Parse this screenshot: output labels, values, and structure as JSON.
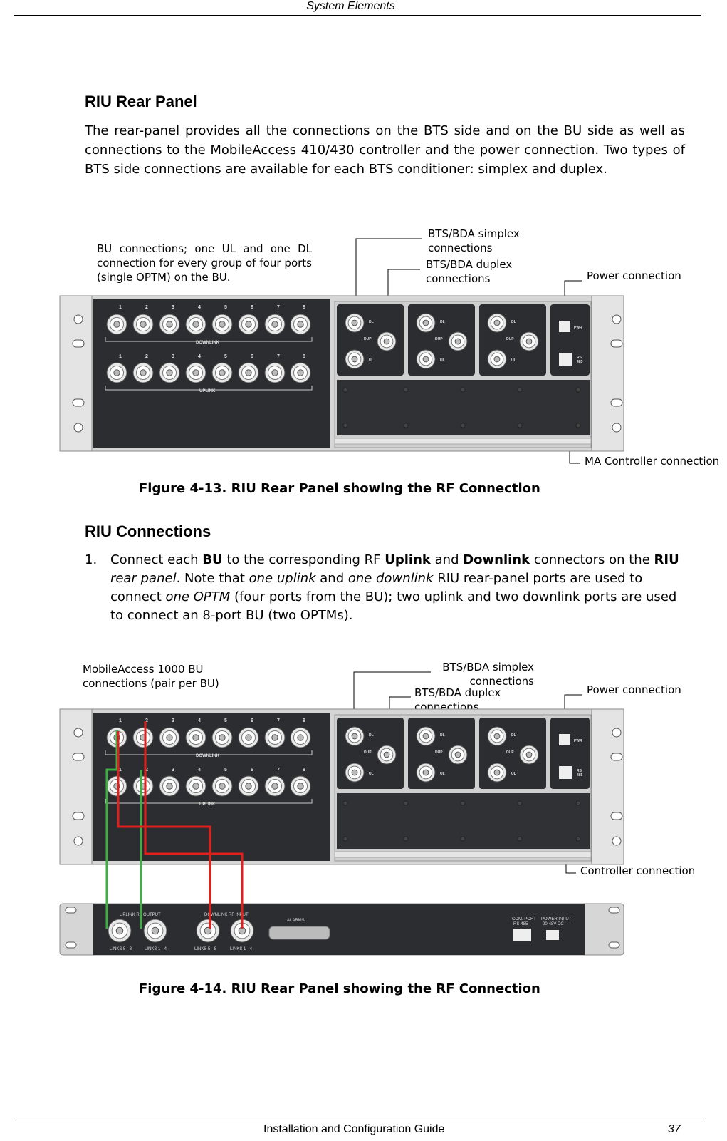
{
  "header": {
    "title": "System Elements"
  },
  "section1": {
    "heading": "RIU Rear Panel",
    "paragraph": "The rear-panel provides all the connections on the BTS side and on the BU side as well as connections to the MobileAccess 410/430 controller and the power connection. Two types of BTS side connections are available for each BTS conditioner: simplex and duplex."
  },
  "figure1": {
    "label_bu": "BU connections; one UL and one DL connection for every group of four ports (single OPTM) on the BU.",
    "label_simplex": "BTS/BDA simplex connections",
    "label_duplex": "BTS/BDA duplex connections",
    "label_power": "Power connection",
    "label_controller": "MA Controller connection",
    "caption": "Figure 4-13. RIU Rear Panel showing the RF Connection"
  },
  "section2": {
    "heading": "RIU Connections",
    "item_number": "1.",
    "item": {
      "t1": "Connect each ",
      "b1": "BU",
      "t2": " to the corresponding RF ",
      "b2": "Uplink",
      "t3": " and ",
      "b3": "Downlink",
      "t4": " connectors on the ",
      "b4": "RIU",
      "i1": " rear panel",
      "t5": ".  Note that ",
      "i2": "one uplink",
      "t6": " and ",
      "i3": "one downlink",
      "t7": "  RIU rear-panel ports are used to connect ",
      "i4": "one OPTM",
      "t8": " (four ports from the BU); two uplink and two downlink ports are used to connect an 8-port BU (two OPTMs)."
    }
  },
  "figure2": {
    "label_bu": "MobileAccess 1000 BU connections (pair per BU)",
    "label_simplex": "BTS/BDA simplex connections",
    "label_duplex": "BTS/BDA duplex connections",
    "label_power": "Power connection",
    "label_controller": "Controller connection",
    "caption": "Figure 4-14. RIU Rear Panel showing the RF Connection"
  },
  "panel_text": {
    "port_numbers": [
      "1",
      "2",
      "3",
      "4",
      "5",
      "6",
      "7",
      "8"
    ],
    "downlink": "DOWNLINK",
    "uplink": "UPLINK",
    "dl": "DL",
    "dup": "DUP",
    "ul": "UL",
    "pwr": "PWR",
    "rs": "RS",
    "rs485": "485"
  },
  "bu_panel_text": {
    "uplink_rf_output": "UPLINK RF OUTPUT",
    "downlink_rf_input": "DOWNLINK RF INPUT",
    "alarms": "ALARMS",
    "com_port": "COM. PORT",
    "rs485": "RS-485",
    "power_input": "POWER INPUT",
    "volts": "20-48V DC",
    "links_58": "LINKS 5 - 8",
    "links_14": "LINKS 1 - 4"
  },
  "footer": {
    "guide": "Installation and Configuration Guide",
    "page": "37"
  },
  "colors": {
    "cable_green": "#3cb043",
    "cable_red": "#e0201b",
    "panel_dark": "#2b2d31",
    "chassis": "#d6d6d6"
  }
}
